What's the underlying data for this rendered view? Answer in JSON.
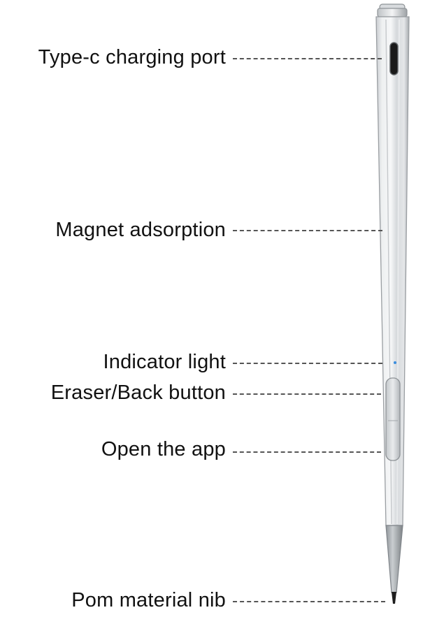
{
  "annotations": [
    {
      "id": "type-c-charging-port",
      "text": "Type-c charging port"
    },
    {
      "id": "magnet-adsorption",
      "text": "Magnet adsorption"
    },
    {
      "id": "indicator-light",
      "text": "Indicator light"
    },
    {
      "id": "eraser-back-button",
      "text": "Eraser/Back button"
    },
    {
      "id": "open-the-app",
      "text": "Open the app"
    },
    {
      "id": "pom-material-nib",
      "text": "Pom material nib"
    }
  ],
  "colors": {
    "body_light": "#f1f2f3",
    "body_mid": "#d9dcde",
    "body_dark": "#a9adb1",
    "indicator": "#3a8dde",
    "text": "#111111",
    "leader": "#555555"
  }
}
